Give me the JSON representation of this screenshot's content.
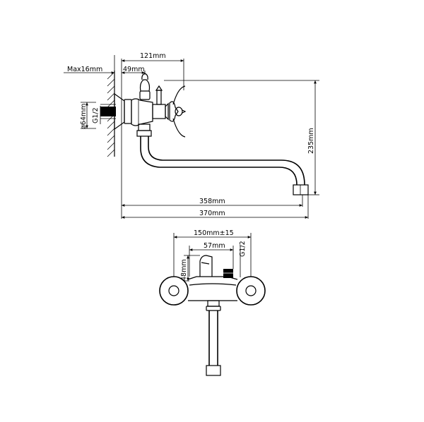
{
  "dimensions": {
    "max_wall": "Max16mm",
    "width_121": "121mm",
    "offset_49": "49mm",
    "diameter_64": "ø64mm",
    "thread_top": "G1/2",
    "height_235": "235mm",
    "length_358": "358mm",
    "length_370": "370mm",
    "spacing_150": "150mm±15",
    "width_57": "57mm",
    "thread_bottom": "G1/2",
    "height_48": "48mm"
  },
  "colors": {
    "line": "#000000",
    "background": "#ffffff"
  }
}
